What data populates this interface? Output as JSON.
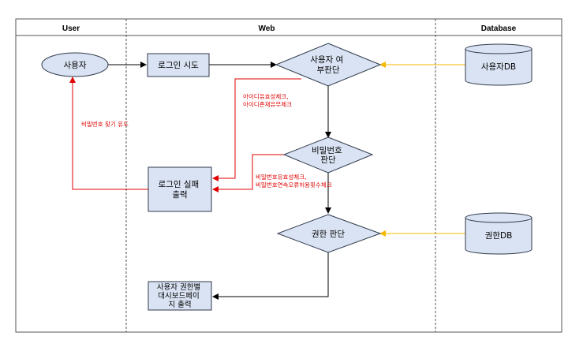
{
  "lanes": {
    "user": "User",
    "web": "Web",
    "database": "Database"
  },
  "nodes": {
    "user_actor": "사용자",
    "login_attempt": "로그인 시도",
    "user_check": [
      "사용자 여",
      "부판단"
    ],
    "user_db": "사용자DB",
    "password_check": [
      "비밀번호",
      "판단"
    ],
    "login_fail": [
      "로그인 실패",
      "출력"
    ],
    "permission_check": "권한 판단",
    "permission_db": "권한DB",
    "dashboard_output": [
      "사용자 권한별",
      "대시보드페이",
      "지 출력"
    ]
  },
  "edge_labels": {
    "id_checks": [
      "아이디유효성체크,",
      "아이디존재유무체크"
    ],
    "find_password": "비밀번호 찾기 유도",
    "password_checks": [
      "비밀번호유효성체크,",
      "비밀번호연속오류허용횟수체크"
    ]
  },
  "colors": {
    "node_fill": "#dae3f3",
    "node_stroke": "#2f3a4a",
    "error_edge": "#e00000",
    "db_edge": "#f5b800",
    "flow_edge": "#000000"
  }
}
